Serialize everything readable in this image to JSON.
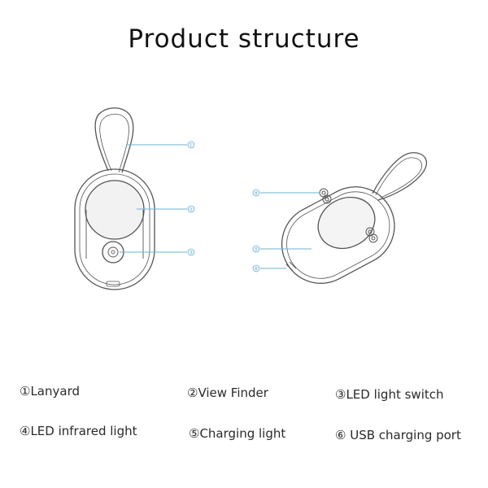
{
  "title": "Product structure",
  "callouts": {
    "c1": "①",
    "c2": "②",
    "c3": "③",
    "c4": "④",
    "c5": "⑤",
    "c6": "⑥"
  },
  "legend": [
    {
      "label": "①Lanyard"
    },
    {
      "label": "②View Finder"
    },
    {
      "label": "③LED light switch"
    },
    {
      "label": "④LED infrared light"
    },
    {
      "label": "⑤Charging light"
    },
    {
      "label": "⑥ USB charging port"
    }
  ],
  "colors": {
    "leader_line": "#6bb3d6",
    "outline": "#555555"
  }
}
